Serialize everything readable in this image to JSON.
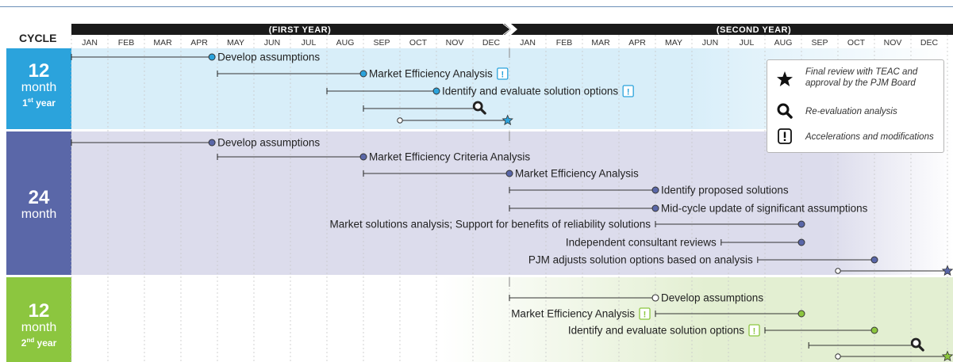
{
  "cycle_header": "CYCLE",
  "year_banners": {
    "first": "(FIRST YEAR)",
    "second": "(SECOND YEAR)"
  },
  "months": [
    "JAN",
    "FEB",
    "MAR",
    "APR",
    "MAY",
    "JUN",
    "JUL",
    "AUG",
    "SEP",
    "OCT",
    "NOV",
    "DEC",
    "JAN",
    "FEB",
    "MAR",
    "APR",
    "MAY",
    "JUN",
    "JUL",
    "AUG",
    "SEP",
    "OCT",
    "NOV",
    "DEC"
  ],
  "cycles": [
    {
      "id": "12-month-1st-year",
      "number": "12",
      "unit": "month",
      "sub_ord": "1",
      "sub_sup": "st",
      "sub_rest": " year",
      "color": "#2ba3dc",
      "band_color": "#d8eef9"
    },
    {
      "id": "24-month",
      "number": "24",
      "unit": "month",
      "sub_ord": "",
      "sub_sup": "",
      "sub_rest": "",
      "color": "#5a67a8",
      "band_color": "#dcdcec"
    },
    {
      "id": "12-month-2nd-year",
      "number": "12",
      "unit": "month",
      "sub_ord": "2",
      "sub_sup": "nd",
      "sub_rest": " year",
      "color": "#8cc63f",
      "band_color": "#e3efd2"
    }
  ],
  "tasks": [
    {
      "cycle": 0,
      "label": "Develop assumptions",
      "start": 0,
      "end": 3.85,
      "end_marker": "dot",
      "label_side": "right"
    },
    {
      "cycle": 0,
      "label": "Market Efficiency Analysis",
      "start": 4,
      "end": 8,
      "end_marker": "dot",
      "label_side": "right",
      "flag": true
    },
    {
      "cycle": 0,
      "label": "Identify and evaluate solution options",
      "start": 7,
      "end": 10,
      "end_marker": "dot",
      "label_side": "right",
      "flag": true
    },
    {
      "cycle": 0,
      "label": "",
      "start": 8,
      "end": 11.2,
      "end_marker": "magnifier"
    },
    {
      "cycle": 0,
      "label": "",
      "start": 9,
      "end": 11.95,
      "start_marker": "ring",
      "end_marker": "star"
    },
    {
      "cycle": 1,
      "label": "Develop assumptions",
      "start": 0,
      "end": 3.85,
      "end_marker": "dot",
      "label_side": "right"
    },
    {
      "cycle": 1,
      "label": "Market Efficiency Criteria Analysis",
      "start": 4,
      "end": 8,
      "end_marker": "dot",
      "label_side": "right"
    },
    {
      "cycle": 1,
      "label": "Market Efficiency Analysis",
      "start": 8,
      "end": 12,
      "end_marker": "dot",
      "label_side": "right"
    },
    {
      "cycle": 1,
      "label": "Identify proposed solutions",
      "start": 12,
      "end": 16,
      "end_marker": "dot",
      "label_side": "right"
    },
    {
      "cycle": 1,
      "label": "Mid-cycle update of significant assumptions",
      "start": 12,
      "end": 16,
      "end_marker": "dot",
      "label_side": "right"
    },
    {
      "cycle": 1,
      "label": "Market solutions analysis; Support for benefits of reliability solutions",
      "start": 16,
      "end": 20,
      "end_marker": "dot",
      "label_side": "left"
    },
    {
      "cycle": 1,
      "label": "Independent consultant reviews",
      "start": 17.8,
      "end": 20,
      "end_marker": "dot",
      "label_side": "left"
    },
    {
      "cycle": 1,
      "label": "PJM adjusts solution options based on analysis",
      "start": 18.8,
      "end": 22,
      "end_marker": "dot",
      "label_side": "left"
    },
    {
      "cycle": 1,
      "label": "",
      "start": 21,
      "end": 24,
      "start_marker": "ring",
      "end_marker": "star"
    },
    {
      "cycle": 2,
      "label": "Develop assumptions",
      "start": 12,
      "end": 16,
      "end_marker": "ring",
      "label_side": "right"
    },
    {
      "cycle": 2,
      "label": "Market Efficiency Analysis",
      "start": 16,
      "end": 20,
      "end_marker": "dot",
      "label_side": "left",
      "flag": true
    },
    {
      "cycle": 2,
      "label": "Identify and evaluate solution options",
      "start": 19,
      "end": 22,
      "end_marker": "dot",
      "label_side": "left",
      "flag": true
    },
    {
      "cycle": 2,
      "label": "",
      "start": 20.2,
      "end": 23.2,
      "end_marker": "magnifier"
    },
    {
      "cycle": 2,
      "label": "",
      "start": 21,
      "end": 24,
      "start_marker": "ring",
      "end_marker": "star"
    }
  ],
  "legend": [
    {
      "icon": "star-icon",
      "text": "Final review with TEAC and approval by the PJM Board"
    },
    {
      "icon": "magnifier-icon",
      "text": "Re-evaluation analysis"
    },
    {
      "icon": "exclamation-icon",
      "text": "Accelerations and modifications"
    }
  ]
}
